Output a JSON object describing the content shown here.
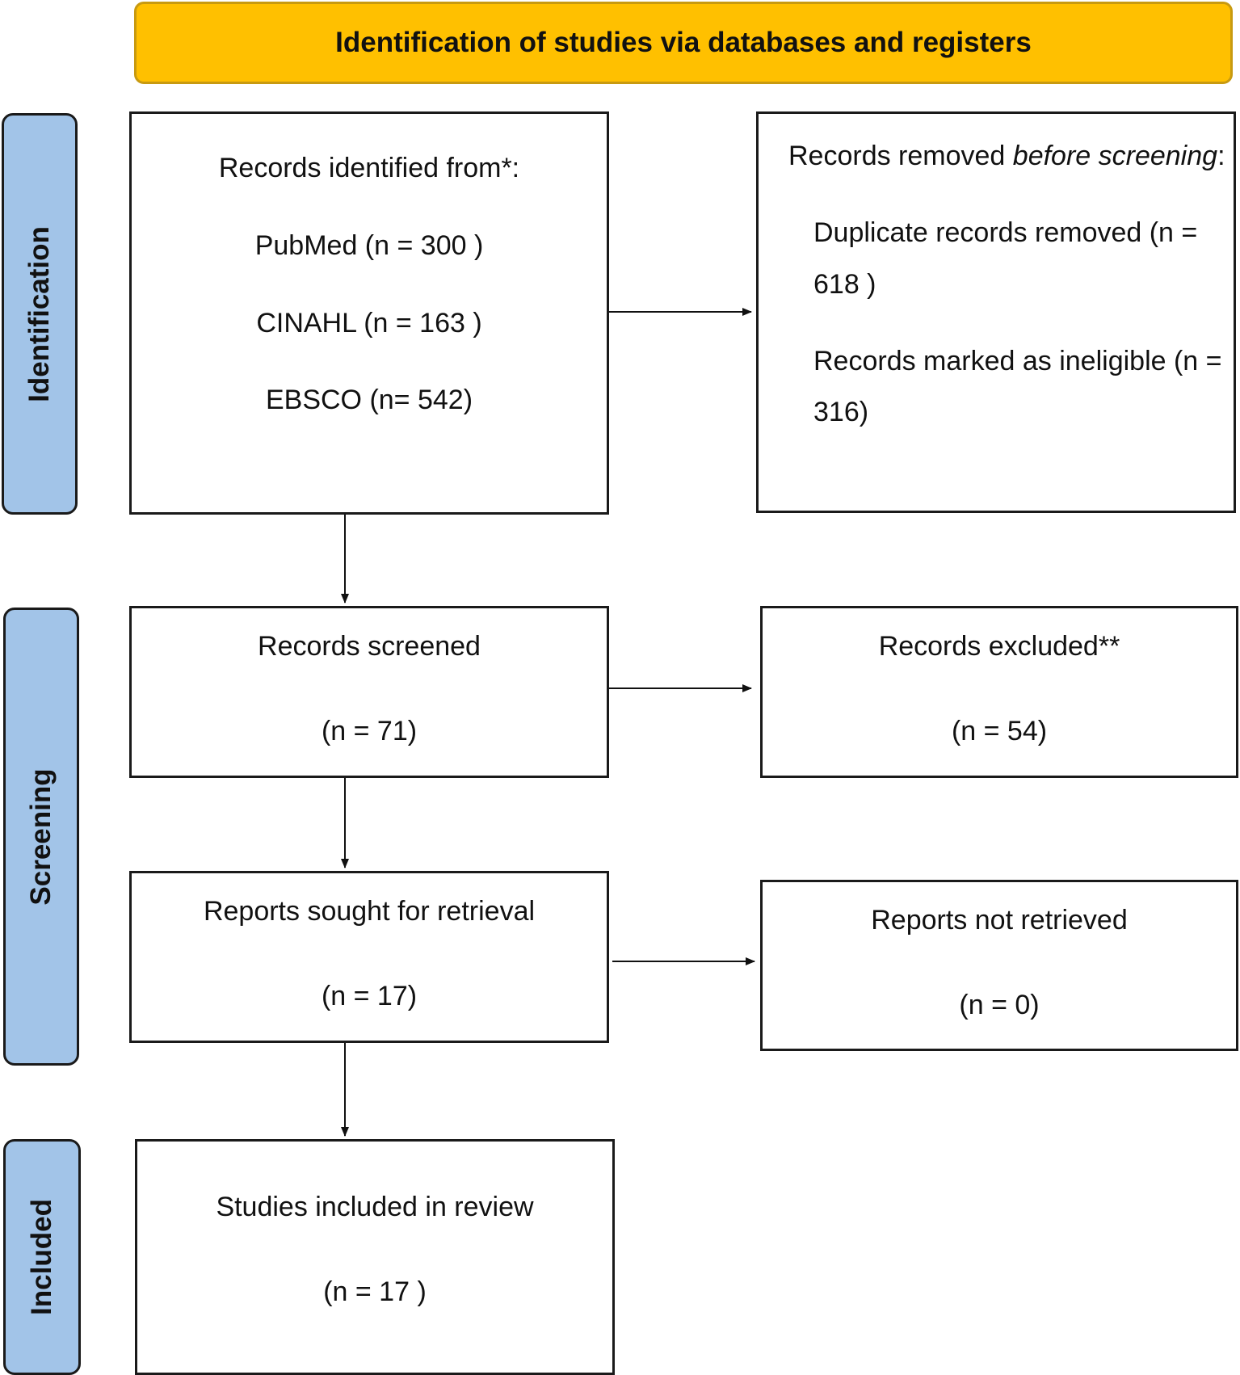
{
  "header": {
    "title": "Identification of studies via databases and registers"
  },
  "phases": {
    "identification": "Identification",
    "screening": "Screening",
    "included": "Included"
  },
  "identified": {
    "heading": "Records identified from*:",
    "pubmed": "PubMed (n = 300 )",
    "cinahl": "CINAHL (n = 163 )",
    "ebsco": "EBSCO (n= 542)"
  },
  "removed": {
    "heading_prefix": "Records removed ",
    "heading_italic": "before screening",
    "heading_suffix": ":",
    "duplicates_line1": "Duplicate records removed (n =",
    "duplicates_line2": "618 )",
    "ineligible_line1": "Records marked as ineligible (n =",
    "ineligible_line2": "316)"
  },
  "screened": {
    "label": "Records screened",
    "count": "(n = 71)"
  },
  "excluded": {
    "label": "Records excluded**",
    "count": "(n = 54)"
  },
  "sought": {
    "label": "Reports sought for retrieval",
    "count": "(n = 17)"
  },
  "not_retrieved": {
    "label": "Reports not retrieved",
    "count": "(n = 0)"
  },
  "included": {
    "label": "Studies included in review",
    "count": "(n = 17 )"
  },
  "colors": {
    "header": "#FFC000",
    "phase": "#A2C4E8",
    "border": "#1a1a1a"
  }
}
